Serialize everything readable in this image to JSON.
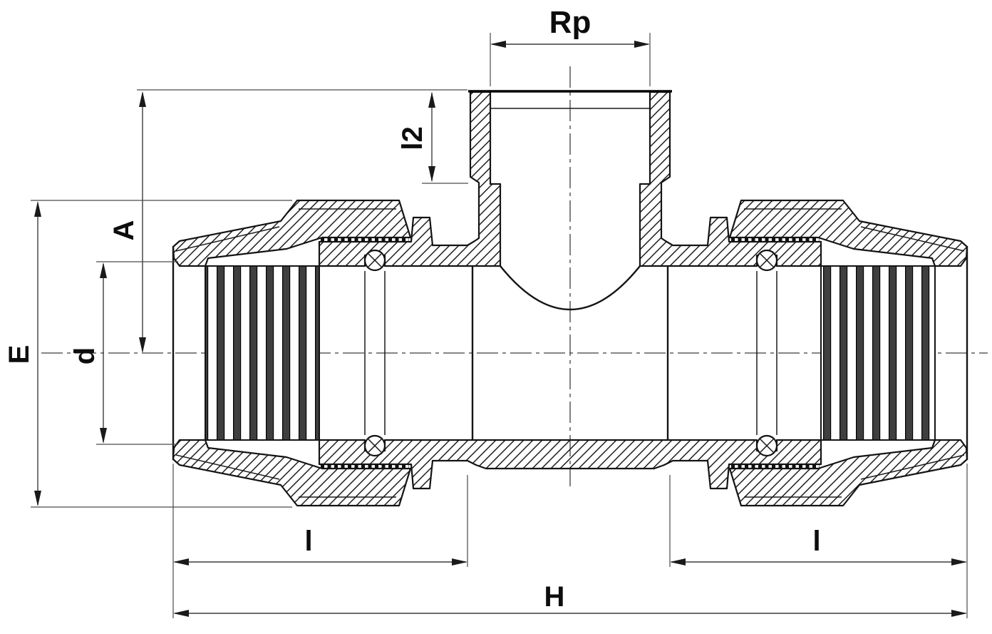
{
  "drawing": {
    "title": "Compression tee fitting with female threaded branch - sectional technical drawing",
    "view": "full cross-section",
    "colors": {
      "background": "#ffffff",
      "outline": "#141414",
      "dimension_lines": "#3d3d3d",
      "grip_stripe": "#3f3f3f"
    },
    "dimensions": {
      "rp": {
        "label": "Rp",
        "meaning": "branch female thread size",
        "orientation": "horizontal-top"
      },
      "l2": {
        "label": "l2",
        "meaning": "thread depth of branch",
        "orientation": "vertical-rotated"
      },
      "a": {
        "label": "A",
        "meaning": "axis to top of branch",
        "orientation": "vertical-rotated"
      },
      "e": {
        "label": "E",
        "meaning": "outer diameter over nut",
        "orientation": "vertical-rotated"
      },
      "d": {
        "label": "d",
        "meaning": "pipe bore diameter",
        "orientation": "vertical-rotated"
      },
      "l_left": {
        "label": "l",
        "meaning": "insertion length left",
        "orientation": "horizontal-bottom"
      },
      "l_right": {
        "label": "l",
        "meaning": "insertion length right",
        "orientation": "horizontal-bottom"
      },
      "h": {
        "label": "H",
        "meaning": "overall length",
        "orientation": "horizontal-bottom"
      }
    }
  }
}
